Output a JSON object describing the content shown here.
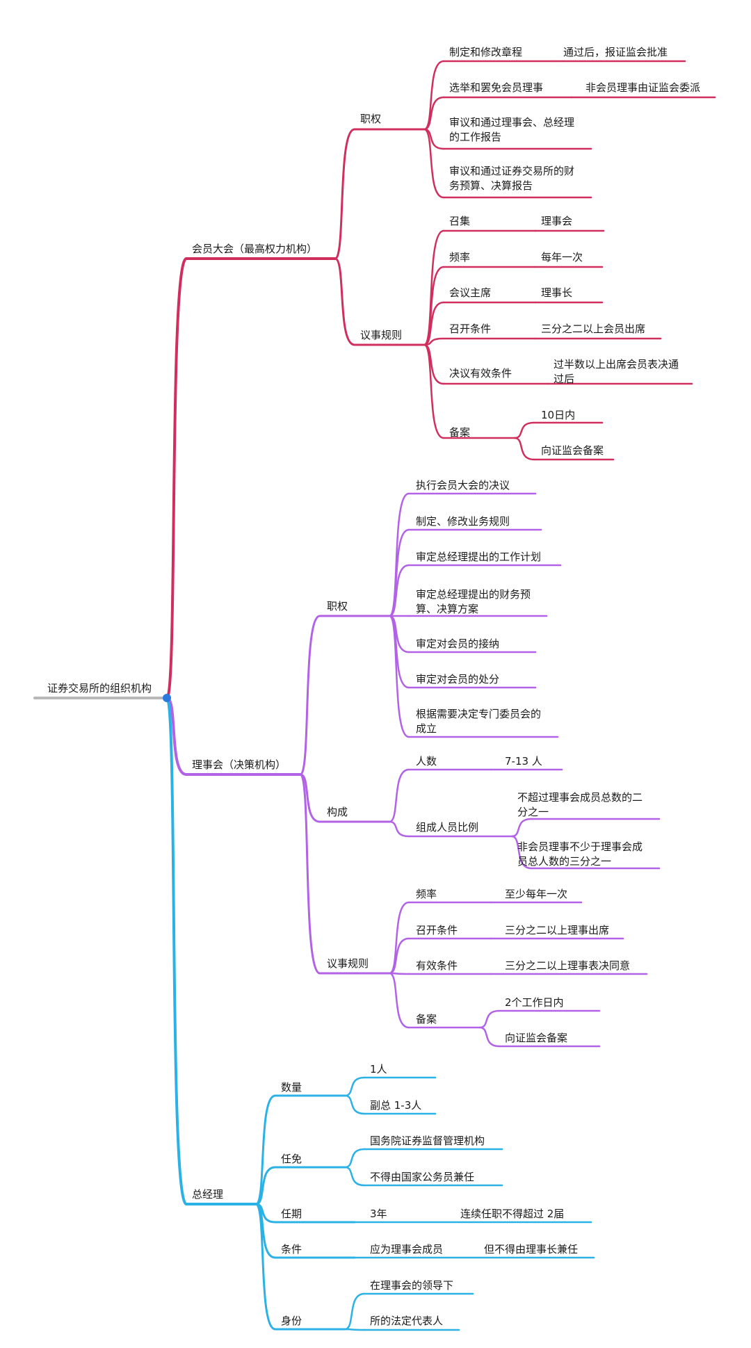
{
  "colors": {
    "root_line": "#b8b8b8",
    "root_dot": "#2a7be0",
    "general_assembly": "#d02f5e",
    "council": "#b162e6",
    "general_manager": "#2ab2e6",
    "text": "#1a1a1a"
  },
  "root": {
    "label": "证券交易所的组织机构"
  },
  "branches": [
    {
      "key": "general_assembly",
      "label": "会员大会（最高权力机构）",
      "children": [
        {
          "label": "职权",
          "children": [
            {
              "label": "制定和修改章程",
              "note": "通过后，报证监会批准"
            },
            {
              "label": "选举和罢免会员理事",
              "note": "非会员理事由证监会委派"
            },
            {
              "label": "审议和通过理事会、总经理\n的工作报告"
            },
            {
              "label": "审议和通过证券交易所的财\n务预算、决算报告"
            }
          ]
        },
        {
          "label": "议事规则",
          "children": [
            {
              "label": "召集",
              "note": "理事会"
            },
            {
              "label": "频率",
              "note": "每年一次"
            },
            {
              "label": "会议主席",
              "note": "理事长"
            },
            {
              "label": "召开条件",
              "note": "三分之二以上会员出席"
            },
            {
              "label": "决议有效条件",
              "note": "过半数以上出席会员表决通\n过后"
            },
            {
              "label": "备案",
              "notes": [
                "10日内",
                "向证监会备案"
              ]
            }
          ]
        }
      ]
    },
    {
      "key": "council",
      "label": "理事会（决策机构）",
      "children": [
        {
          "label": "职权",
          "children": [
            {
              "label": "执行会员大会的决议"
            },
            {
              "label": "制定、修改业务规则"
            },
            {
              "label": "审定总经理提出的工作计划"
            },
            {
              "label": "审定总经理提出的财务预\n算、决算方案"
            },
            {
              "label": "审定对会员的接纳"
            },
            {
              "label": "审定对会员的处分"
            },
            {
              "label": "根据需要决定专门委员会的\n成立"
            }
          ]
        },
        {
          "label": "构成",
          "children": [
            {
              "label": "人数",
              "note": "7-13 人"
            },
            {
              "label": "组成人员比例",
              "notes": [
                "不超过理事会成员总数的二\n分之一",
                "非会员理事不少于理事会成\n员总人数的三分之一"
              ]
            }
          ]
        },
        {
          "label": "议事规则",
          "children": [
            {
              "label": "频率",
              "note": "至少每年一次"
            },
            {
              "label": "召开条件",
              "note": "三分之二以上理事出席"
            },
            {
              "label": "有效条件",
              "note": "三分之二以上理事表决同意"
            },
            {
              "label": "备案",
              "notes": [
                "2个工作日内",
                "向证监会备案"
              ]
            }
          ]
        }
      ]
    },
    {
      "key": "general_manager",
      "label": "总经理",
      "children": [
        {
          "label": "数量",
          "items": [
            "1人",
            "副总 1-3人"
          ]
        },
        {
          "label": "任免",
          "items": [
            "国务院证券监督管理机构",
            "不得由国家公务员兼任"
          ]
        },
        {
          "label": "任期",
          "chain": [
            "3年",
            "连续任职不得超过 2届"
          ]
        },
        {
          "label": "条件",
          "chain": [
            "应为理事会成员",
            "但不得由理事长兼任"
          ]
        },
        {
          "label": "身份",
          "items": [
            "在理事会的领导下",
            "所的法定代表人"
          ]
        }
      ]
    }
  ]
}
